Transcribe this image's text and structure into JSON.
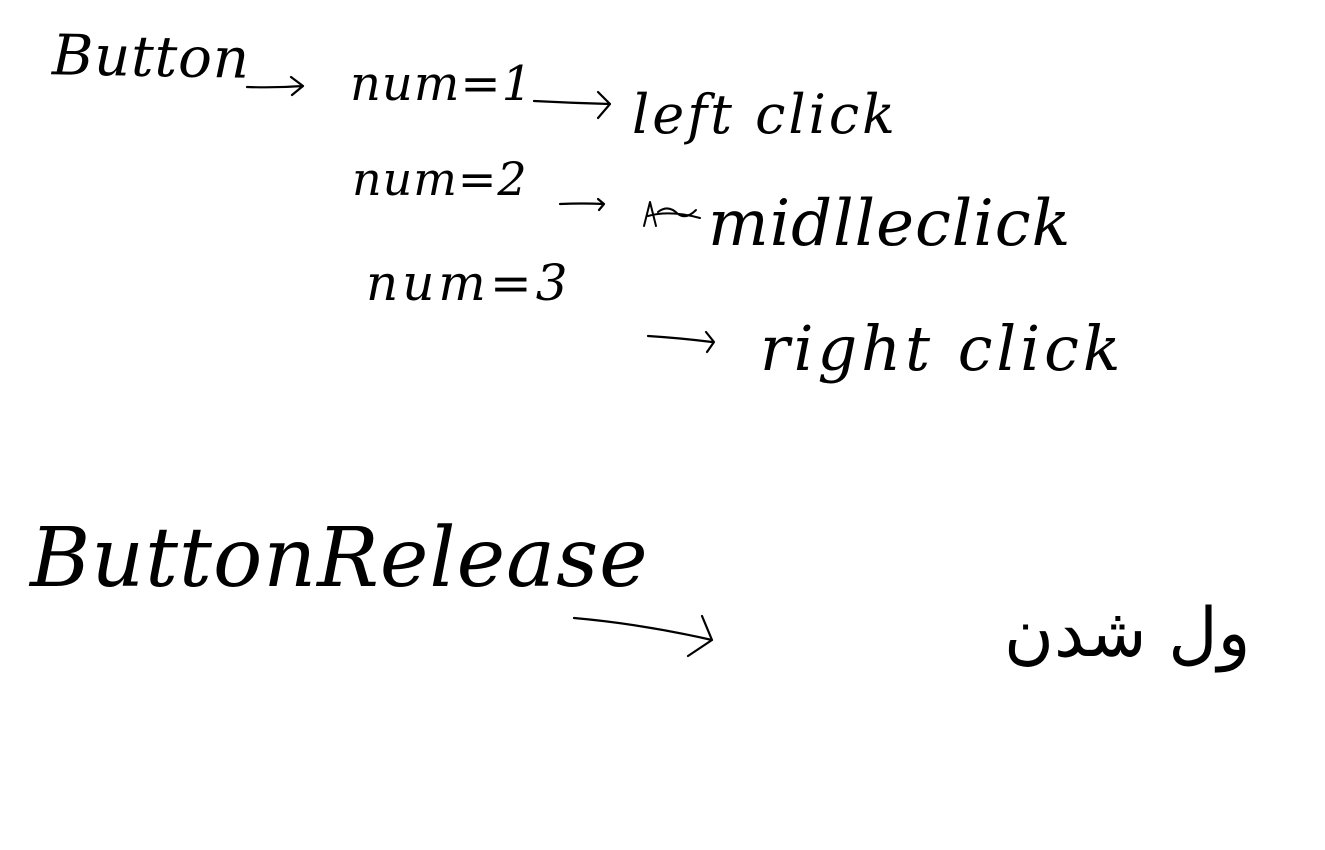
{
  "notes": {
    "button": "Button",
    "num1": "num=1",
    "left_click": "left click",
    "num2": "num=2",
    "middle_click": "midlleclick",
    "num3": "num=3",
    "right_click": "right click",
    "button_release": "ButtonRelease",
    "release_meaning": "ول شدن"
  },
  "colors": {
    "ink": "#000000",
    "paper": "#ffffff"
  }
}
